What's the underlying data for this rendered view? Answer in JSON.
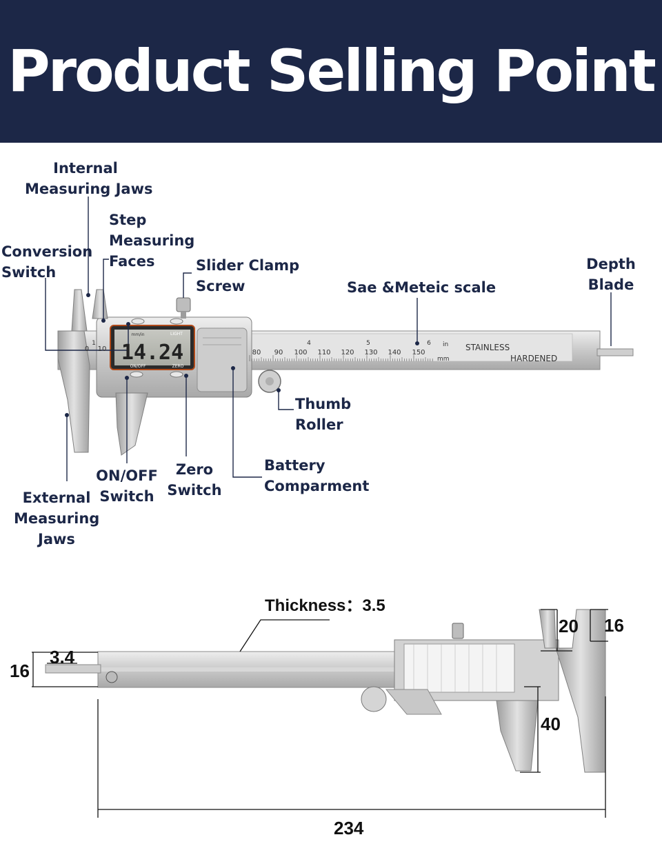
{
  "banner": {
    "title": "Product Selling Point",
    "background": "#1c2747"
  },
  "labels": {
    "internal_jaws": "Internal\nMeasuring Jaws",
    "step_faces": "Step\nMeasuring\nFaces",
    "conversion_switch": "Conversion\nSwitch",
    "slider_clamp": "Slider Clamp\nScrew",
    "scale": "Sae &Meteic scale",
    "depth_blade": "Depth\nBlade",
    "thumb_roller": "Thumb\nRoller",
    "battery": "Battery\nComparment",
    "zero_switch": "Zero\nSwitch",
    "onoff_switch": "ON/OFF\nSwitch",
    "external_jaws": "External\nMeasuring\nJaws"
  },
  "caliper": {
    "display_value": "14.24",
    "display_unit": "mm/in",
    "light_label": "LIGHT",
    "onoff_label": "ON/OFF",
    "zero_label": "ZERO",
    "stainless": "STAINLESS",
    "hardened": "HARDENED",
    "in_label": "in",
    "mm_label": "mm",
    "mm_ticks": [
      "0",
      "10",
      "80",
      "90",
      "100",
      "110",
      "120",
      "130",
      "140",
      "150"
    ],
    "in_ticks": [
      "1",
      "4",
      "5",
      "6"
    ]
  },
  "dimensions": {
    "thickness": "Thickness：3.5",
    "blade_width": "3.4",
    "blade_height": "16",
    "jaw_upper": "20",
    "jaw_tip": "16",
    "jaw_lower": "40",
    "length": "234"
  }
}
